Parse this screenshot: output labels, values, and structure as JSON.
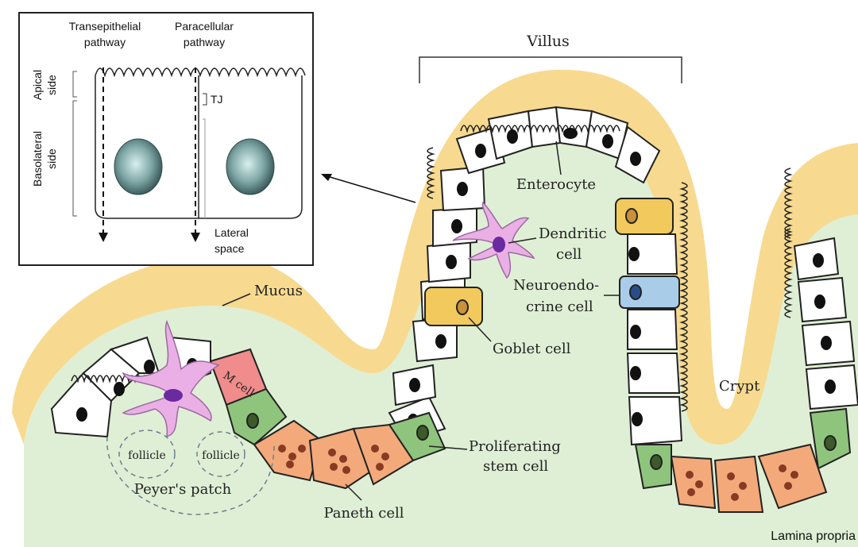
{
  "inset": {
    "transepithelial": [
      "Transepithelial",
      "pathway"
    ],
    "paracellular": [
      "Paracellular",
      "pathway"
    ],
    "apical": [
      "Apical",
      "side"
    ],
    "basolateral": [
      "Basolateral",
      "side"
    ],
    "tj": "TJ",
    "lateral_space": [
      "Lateral",
      "space"
    ]
  },
  "labels": {
    "villus": "Villus",
    "enterocyte": "Enterocyte",
    "dendritic": [
      "Dendritic",
      "cell"
    ],
    "neuroendocrine": [
      "Neuroendo-",
      "crine cell"
    ],
    "goblet": "Goblet cell",
    "mucus": "Mucus",
    "m_cell": "M cell",
    "crypt": "Crypt",
    "proliferating": [
      "Proliferating",
      "stem cell"
    ],
    "follicle_left": "follicle",
    "follicle_right": "follicle",
    "peyers_patch": "Peyer's patch",
    "paneth": "Paneth cell",
    "lamina_propria": "Lamina propria"
  },
  "colors": {
    "mucus": "#f7da8f",
    "lamina": "#dfefd5",
    "goblet": "#f2c95c",
    "neuroendocrine": "#a9cde9",
    "m_cell": "#f08c8c",
    "stem": "#8fc47d",
    "paneth": "#f3a97a",
    "dendritic": "#eab0e6"
  }
}
